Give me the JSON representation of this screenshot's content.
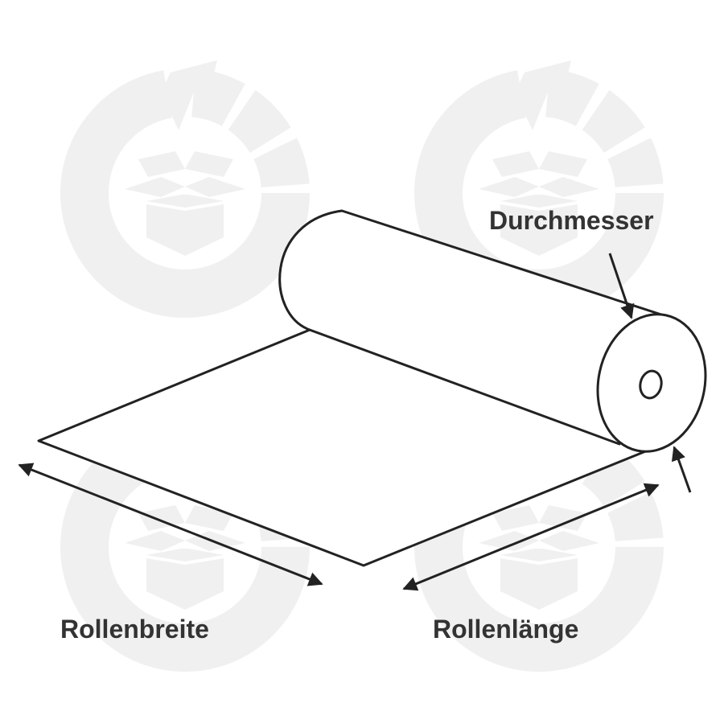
{
  "labels": {
    "diameter": "Durchmesser",
    "width": "Rollenbreite",
    "length": "Rollenlänge"
  },
  "colors": {
    "line": "#222222",
    "watermark": "#f0f0f0",
    "text": "#333333"
  },
  "icons": [
    "recycle-box-watermark-icon",
    "roll-diagram",
    "arrow"
  ]
}
